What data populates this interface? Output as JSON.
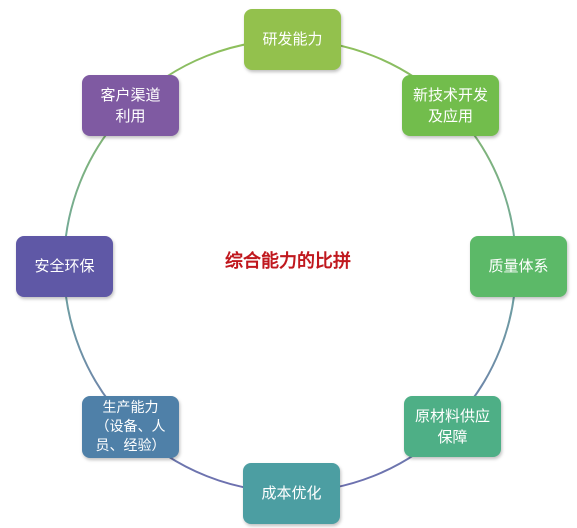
{
  "center": {
    "title": "综合能力的比拼"
  },
  "nodes": [
    {
      "id": "rnd",
      "label": "研发能力",
      "color": "#93c14d"
    },
    {
      "id": "newtech",
      "label": "新技术开发\n及应用",
      "color": "#72bd4c"
    },
    {
      "id": "quality",
      "label": "质量体系",
      "color": "#5cb968"
    },
    {
      "id": "supply",
      "label": "原材料供应\n保障",
      "color": "#4eaf86"
    },
    {
      "id": "cost",
      "label": "成本优化",
      "color": "#4c9ea2"
    },
    {
      "id": "production",
      "label": "生产能力\n（设备、人\n员、经验）",
      "color": "#4f80a8"
    },
    {
      "id": "safety",
      "label": "安全环保",
      "color": "#5f58a6"
    },
    {
      "id": "channel",
      "label": "客户渠道\n利用",
      "color": "#7f5aa2"
    }
  ]
}
